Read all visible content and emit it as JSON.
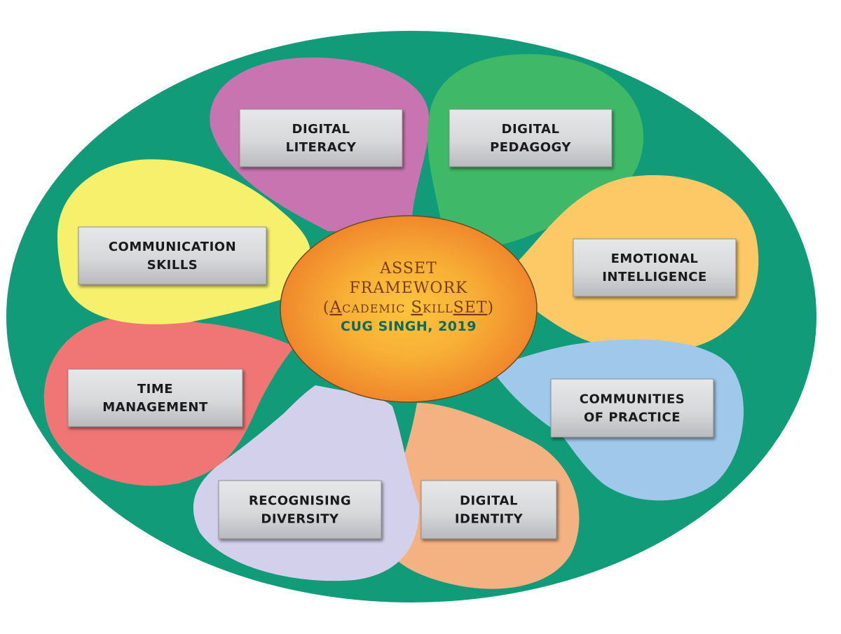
{
  "colors": {
    "background_ellipse": "#129b78",
    "center_orange": "#f39a2a",
    "center_gold": "#f7bb3a",
    "label_box": "#d9dadc",
    "title_brown": "#7a3e16",
    "author_teal": "#0e6b5a"
  },
  "center": {
    "line1": "ASSET",
    "line2": "FRAMEWORK",
    "line3": {
      "open": "(",
      "a_initial": "A",
      "a_rest": "CADEMIC",
      "gap": " ",
      "s_initial": "S",
      "s_rest": "KILL",
      "set": "SET",
      "close": ")"
    },
    "author": "CUG SINGH, 2019"
  },
  "petals": [
    {
      "id": "digital-literacy",
      "color": "#c874b0",
      "lines": [
        "DIGITAL",
        "LITERACY"
      ]
    },
    {
      "id": "digital-pedagogy",
      "color": "#3fb867",
      "lines": [
        "DIGITAL",
        "PEDAGOGY"
      ]
    },
    {
      "id": "emotional-intelligence",
      "color": "#fcc966",
      "lines": [
        "EMOTIONAL",
        "INTELLIGENCE"
      ]
    },
    {
      "id": "communities-of-practice",
      "color": "#9fc8ea",
      "lines": [
        "COMMUNITIES",
        "OF PRACTICE"
      ]
    },
    {
      "id": "digital-identity",
      "color": "#f4b182",
      "lines": [
        "DIGITAL",
        "IDENTITY"
      ]
    },
    {
      "id": "recognising-diversity",
      "color": "#d2d0ea",
      "lines": [
        "RECOGNISING",
        "DIVERSITY"
      ]
    },
    {
      "id": "time-management",
      "color": "#f07575",
      "lines": [
        "TIME",
        "MANAGEMENT"
      ]
    },
    {
      "id": "communication-skills",
      "color": "#f6f06c",
      "lines": [
        "COMMUNICATION",
        "SKILLS"
      ]
    }
  ]
}
